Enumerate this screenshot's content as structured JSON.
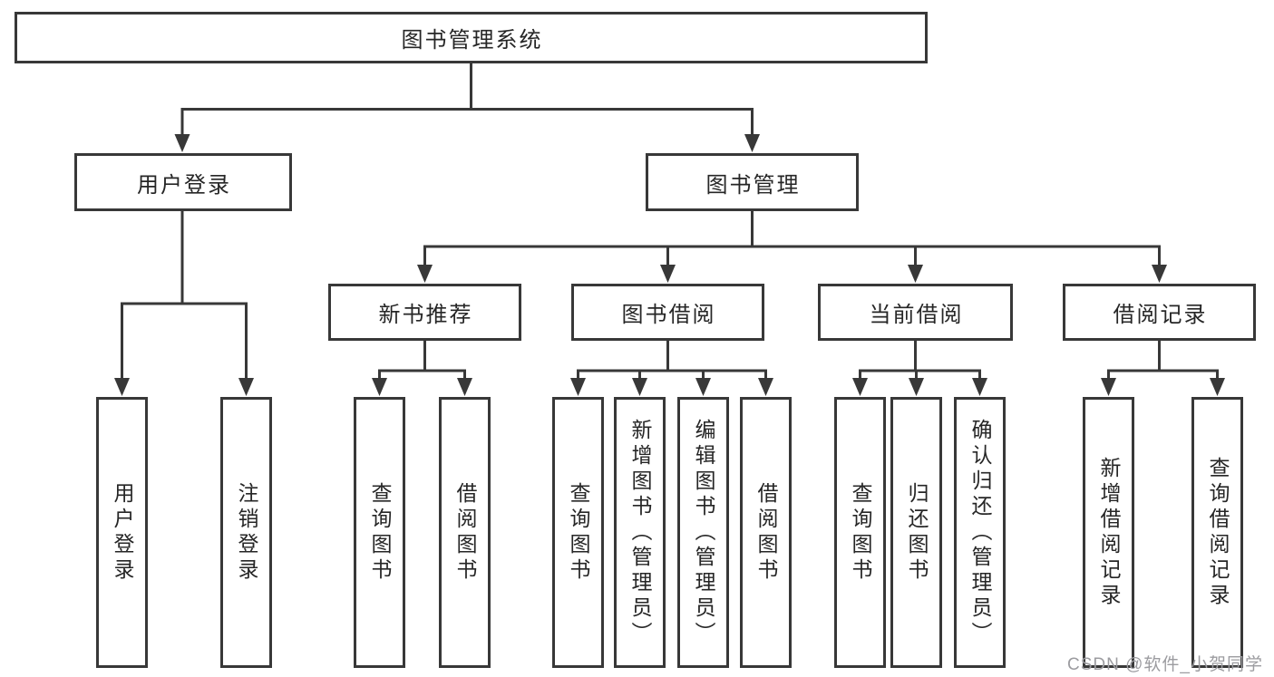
{
  "diagram": {
    "tree": {
      "root": {
        "label": "图书管理系统"
      },
      "level2": [
        {
          "label": "用户登录",
          "children": [
            {
              "label": "用户登录"
            },
            {
              "label": "注销登录"
            }
          ]
        },
        {
          "label": "图书管理",
          "children": [
            {
              "label": "新书推荐",
              "children": [
                {
                  "label": "查询图书"
                },
                {
                  "label": "借阅图书"
                }
              ]
            },
            {
              "label": "图书借阅",
              "children": [
                {
                  "label": "查询图书"
                },
                {
                  "label": "新增图书（管理员）"
                },
                {
                  "label": "编辑图书（管理员）"
                },
                {
                  "label": "借阅图书"
                }
              ]
            },
            {
              "label": "当前借阅",
              "children": [
                {
                  "label": "查询图书"
                },
                {
                  "label": "归还图书"
                },
                {
                  "label": "确认归还（管理员）"
                }
              ]
            },
            {
              "label": "借阅记录",
              "children": [
                {
                  "label": "新增借阅记录"
                },
                {
                  "label": "查询借阅记录"
                }
              ]
            }
          ]
        }
      ]
    }
  },
  "watermark": {
    "text": "CSDN @软件_小贺同学"
  },
  "colors": {
    "line": "#383838",
    "text": "#262626",
    "watermark": "#9c9ca0",
    "background": "#ffffff"
  }
}
